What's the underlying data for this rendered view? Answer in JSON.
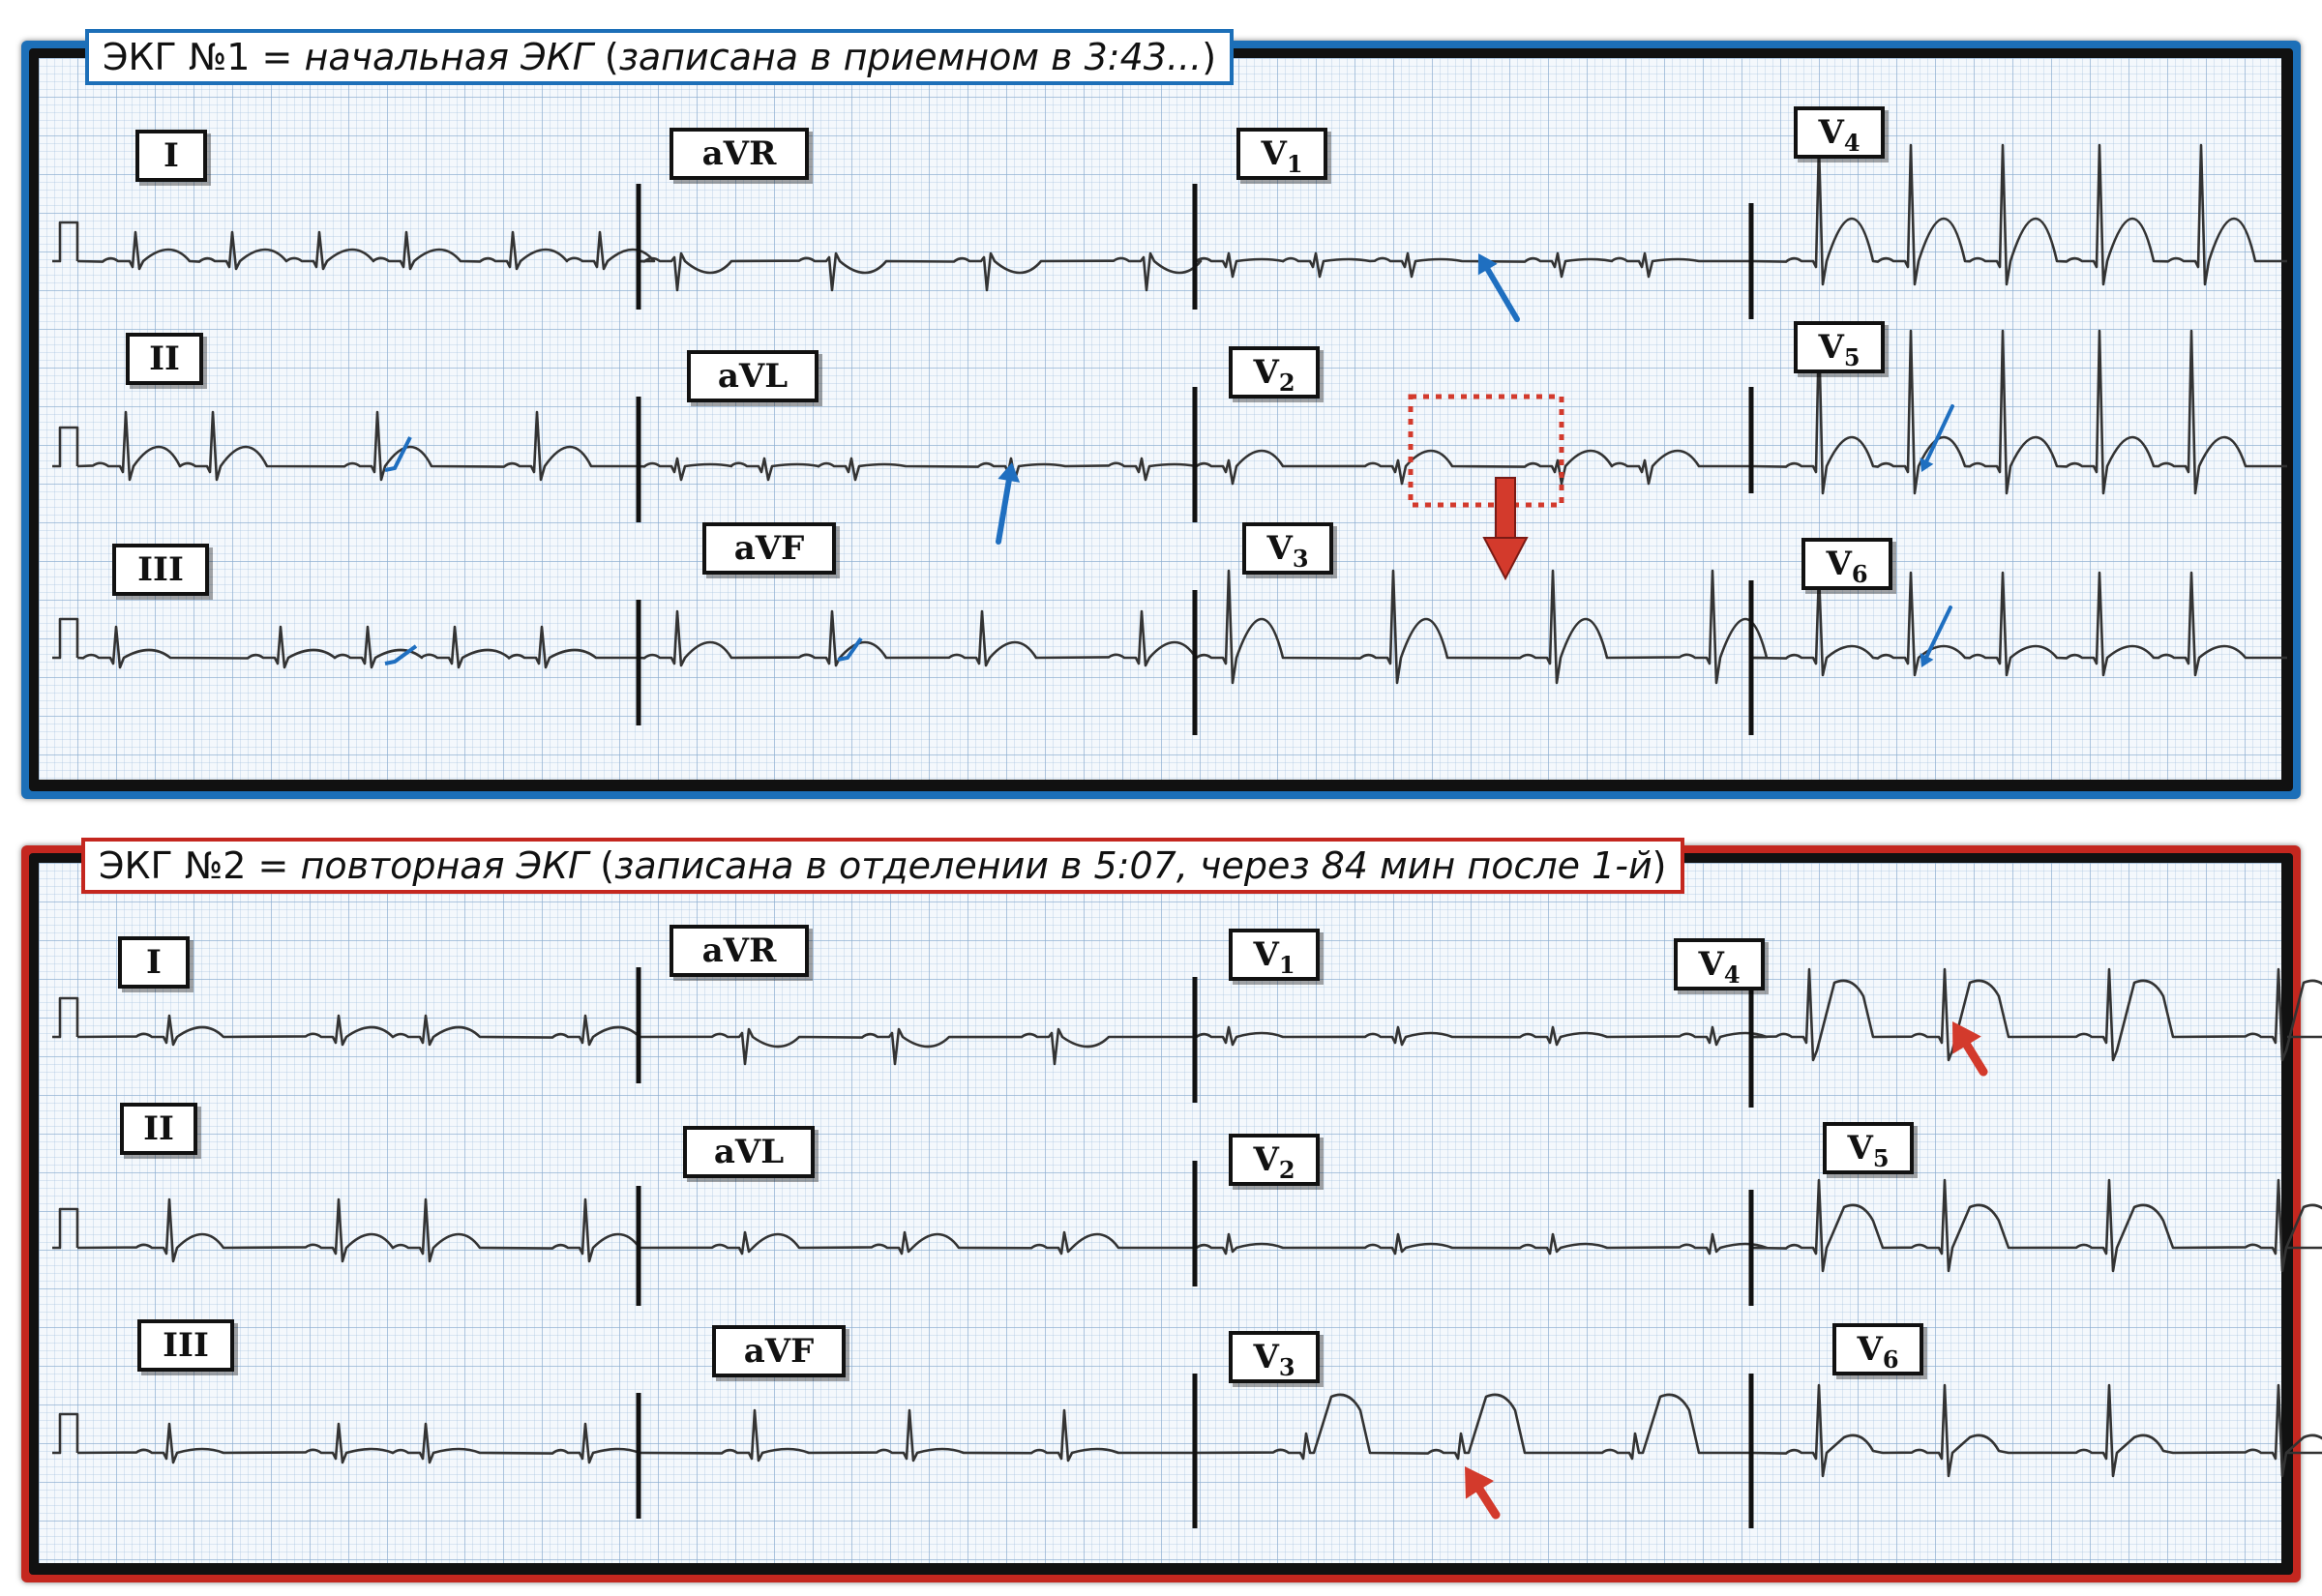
{
  "ecg1": {
    "title_plain_1": "ЭКГ №1 = ",
    "title_italic": "начальная ЭКГ",
    "title_plain_2": " (",
    "title_italic_2": "записана в приемном в 3:43...",
    "title_plain_3": ")",
    "leads": {
      "I": "I",
      "II": "II",
      "III": "III",
      "aVR": "aVR",
      "aVL": "aVL",
      "aVF": "aVF",
      "V1": "V",
      "V1_sub": "1",
      "V2": "V",
      "V2_sub": "2",
      "V3": "V",
      "V3_sub": "3",
      "V4": "V",
      "V4_sub": "4",
      "V5": "V",
      "V5_sub": "5",
      "V6": "V",
      "V6_sub": "6"
    }
  },
  "ecg2": {
    "title_plain_1": "ЭКГ №2 = ",
    "title_italic": "повторная ЭКГ",
    "title_plain_2": " (",
    "title_italic_2": "записана в отделении в 5:07, через 84 мин после 1-й",
    "title_plain_3": ")",
    "leads": {
      "I": "I",
      "II": "II",
      "III": "III",
      "aVR": "aVR",
      "aVL": "aVL",
      "aVF": "aVF",
      "V1": "V",
      "V1_sub": "1",
      "V2": "V",
      "V2_sub": "2",
      "V3": "V",
      "V3_sub": "3",
      "V4": "V",
      "V4_sub": "4",
      "V5": "V",
      "V5_sub": "5",
      "V6": "V",
      "V6_sub": "6"
    }
  },
  "colors": {
    "panel1_border": "#1c6fb8",
    "panel2_border": "#c4271f",
    "trace": "#333333",
    "annotation_blue": "#1f6fc0",
    "annotation_red": "#d33a2c"
  }
}
